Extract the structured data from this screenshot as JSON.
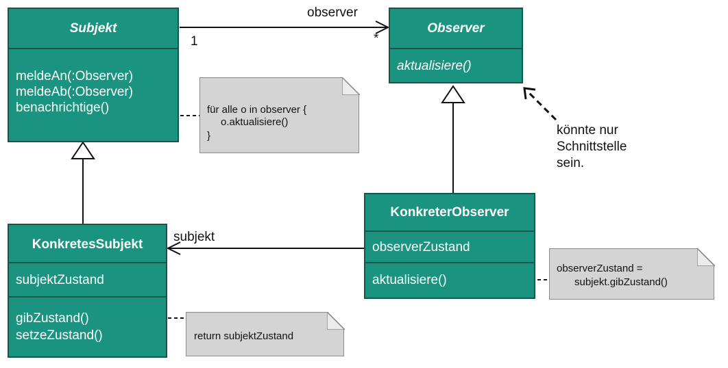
{
  "colors": {
    "class_fill": "#1a9480",
    "class_border": "#17544a",
    "note_fill": "#d4d4d4"
  },
  "subjekt": {
    "name": "Subjekt",
    "methods": [
      "meldeAn(:Observer)",
      "meldeAb(:Observer)",
      "benachrichtige()"
    ]
  },
  "observer": {
    "name": "Observer",
    "methods": [
      "aktualisiere()"
    ]
  },
  "konkretes_subjekt": {
    "name": "KonkretesSubjekt",
    "attributes": [
      "subjektZustand"
    ],
    "methods": [
      "gibZustand()",
      "setzeZustand()"
    ]
  },
  "konkreter_observer": {
    "name": "KonkreterObserver",
    "attributes": [
      "observerZustand"
    ],
    "methods": [
      "aktualisiere()"
    ]
  },
  "notes": {
    "benachrichtige": [
      "für alle o in observer {",
      "o.aktualisiere()",
      "}"
    ],
    "gibzustand": [
      "return subjektZustand"
    ],
    "aktualisiere": [
      "observerZustand =",
      "subjekt.gibZustand()"
    ]
  },
  "associations": {
    "observer_role": "observer",
    "observer_mult_source": "1",
    "observer_mult_target": "*",
    "subjekt_role": "subjekt"
  },
  "annotation": [
    "könnte nur",
    "Schnittstelle",
    "sein."
  ]
}
